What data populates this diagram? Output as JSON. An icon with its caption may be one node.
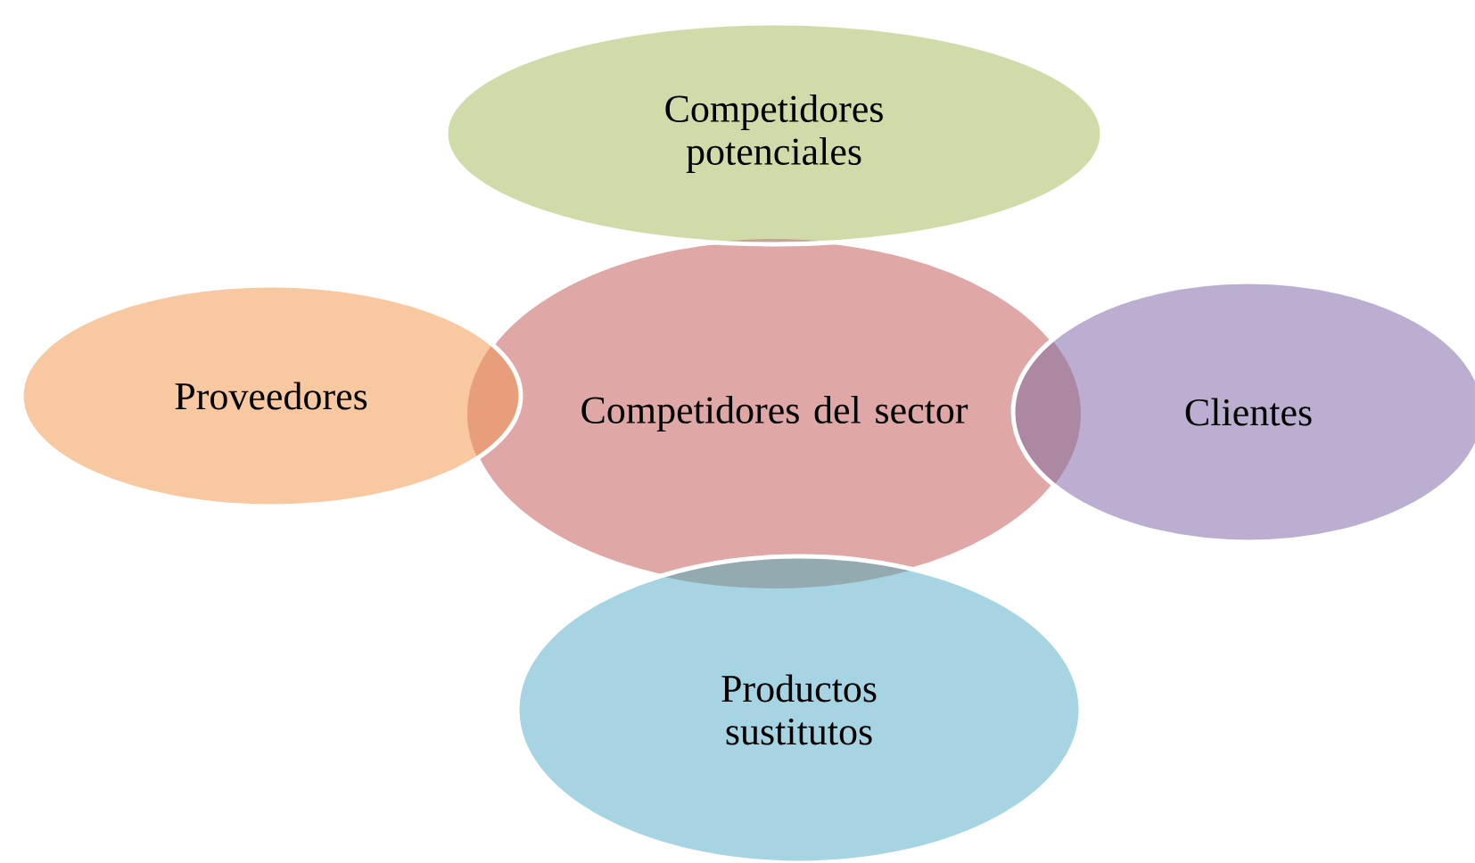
{
  "diagram": {
    "nodes": [
      {
        "text": [
          "Competidores potenciales"
        ]
      },
      {
        "text": [
          "Proveedores"
        ]
      },
      {
        "text": [
          "Competidores del sector"
        ]
      },
      {
        "text": [
          "Clientes"
        ]
      },
      {
        "text": [
          "Productos sustitutos"
        ]
      }
    ]
  }
}
